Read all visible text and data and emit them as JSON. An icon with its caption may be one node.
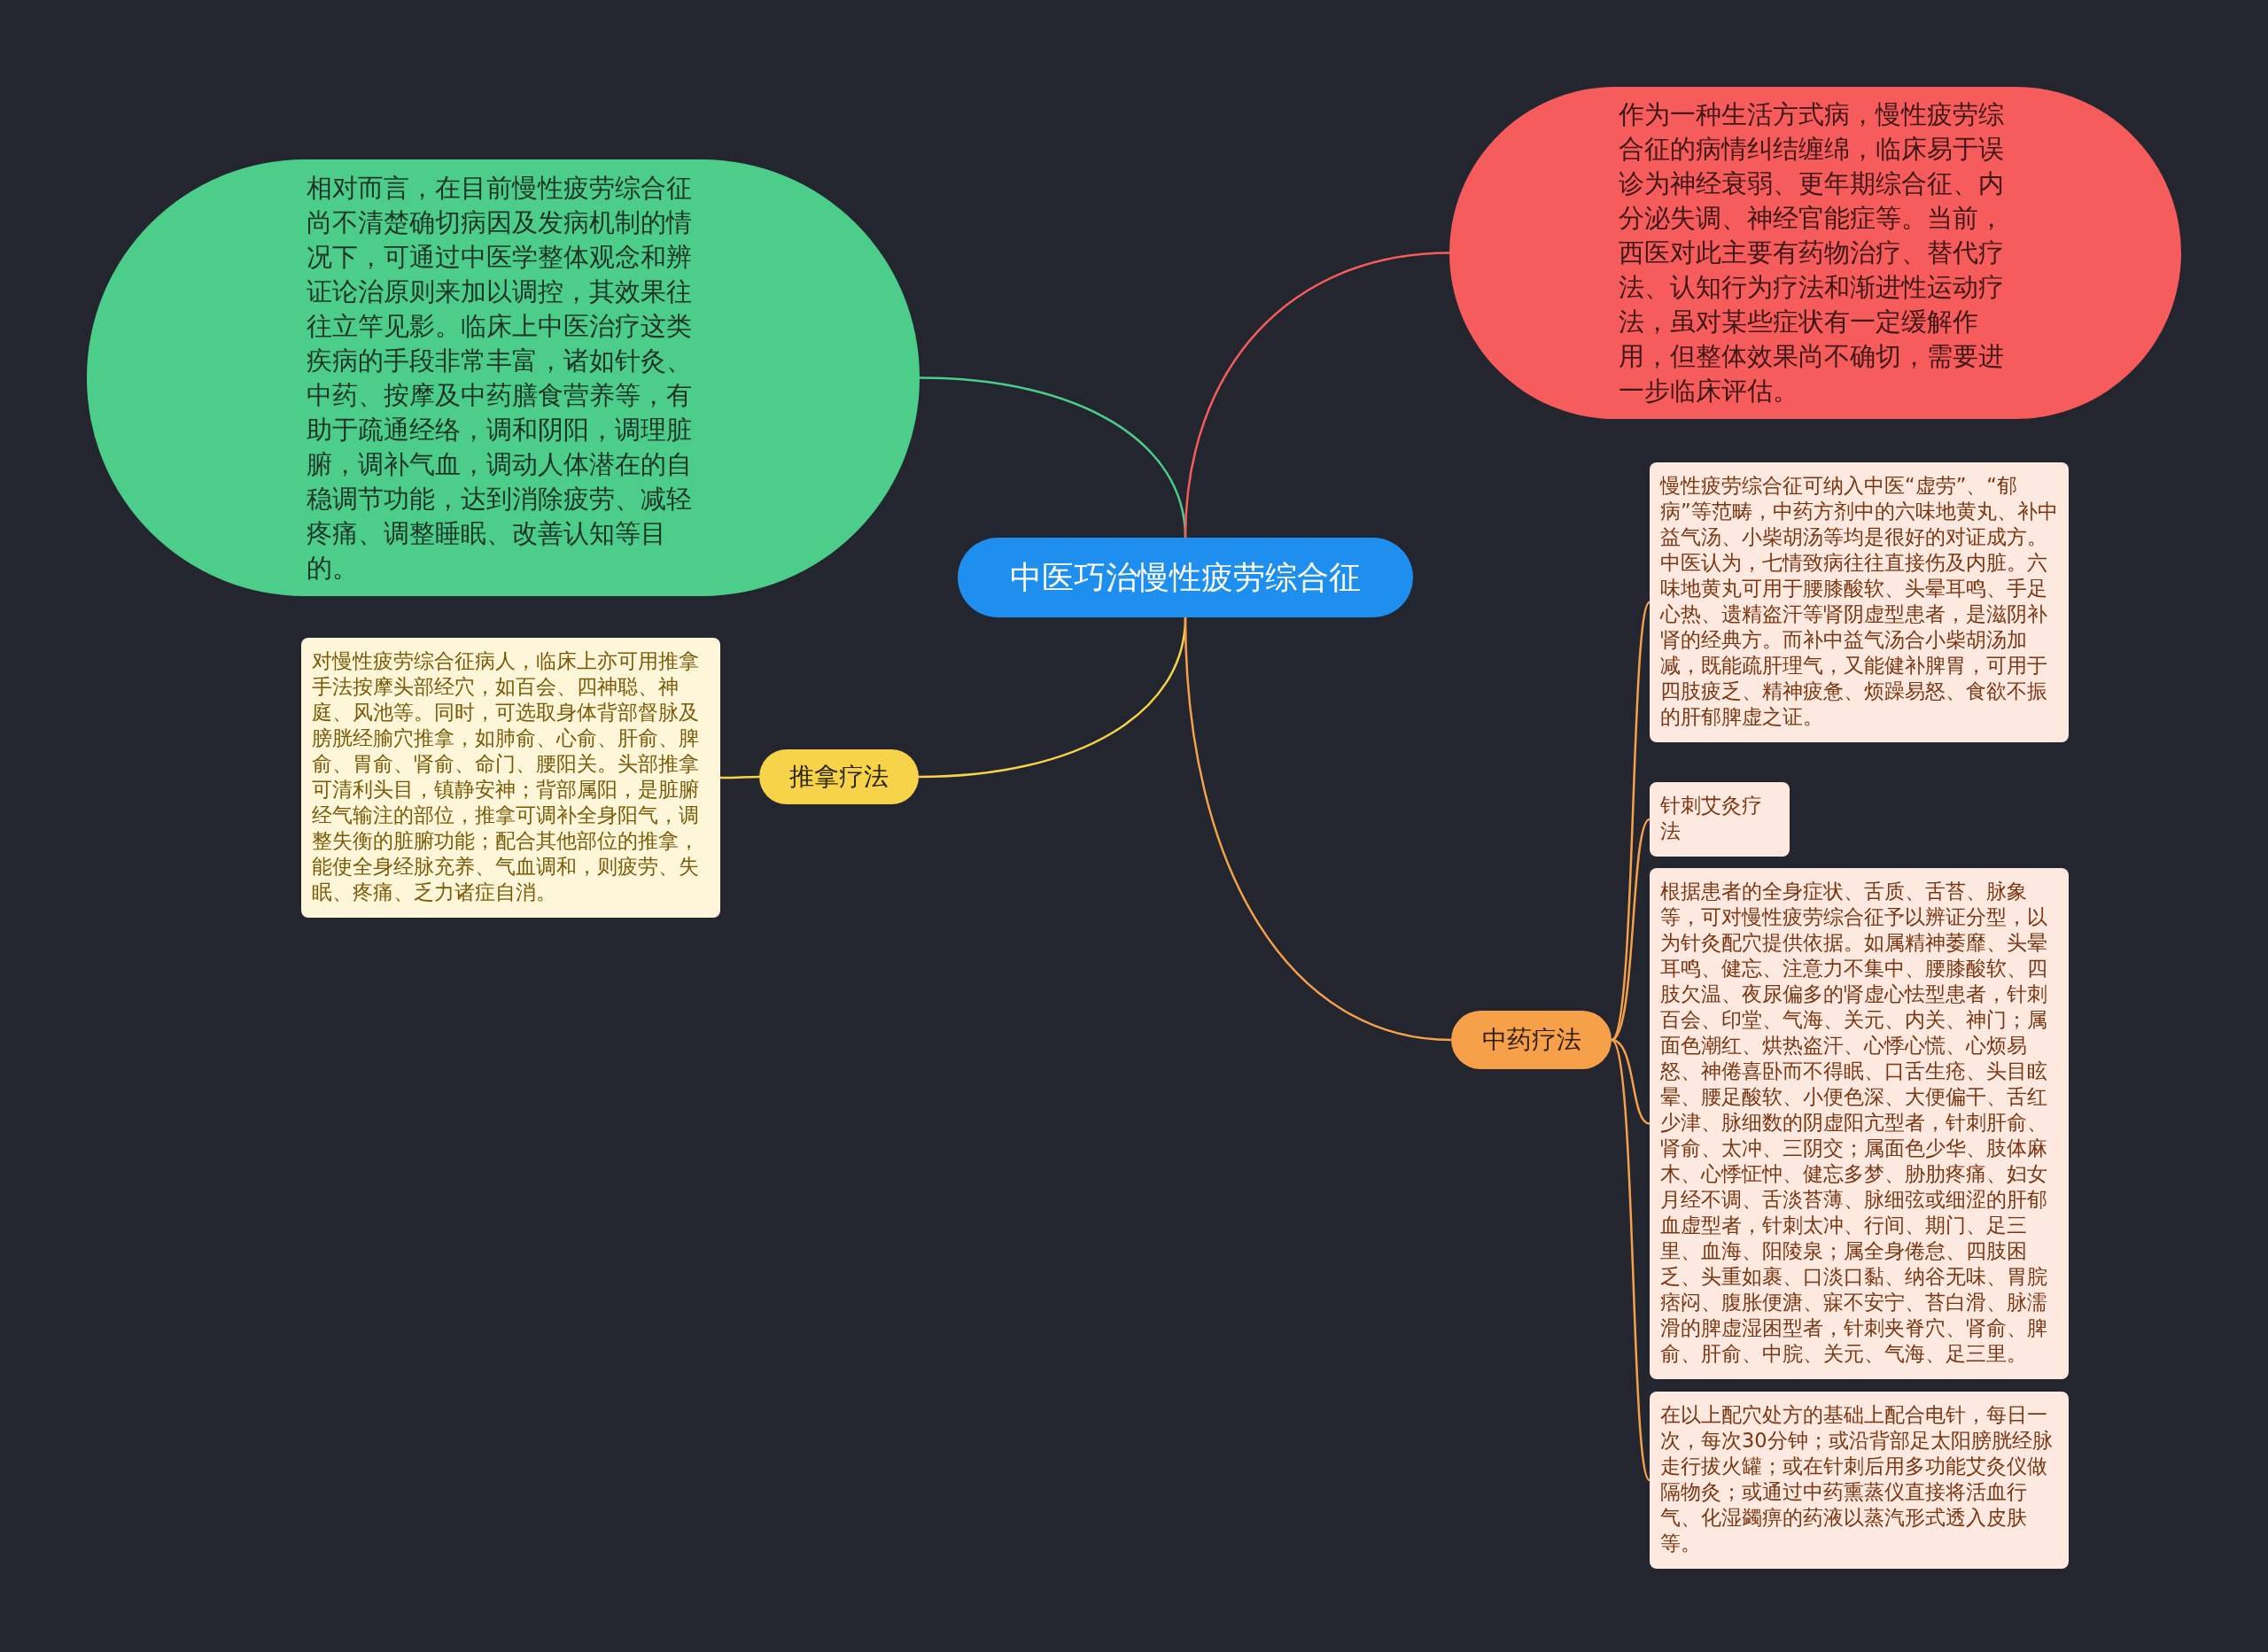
{
  "diagram": {
    "nodes": [
      {
        "text": [
          "中医巧治慢性疲劳综合征"
        ]
      },
      {
        "text": [
          "相对而言，在目前慢性疲劳综合征尚不清楚确切病因及发病机制的情况下，可通过中医学整体观念和辨证论治原则来加以调控，其效果往往立竿见影。临床上中医治疗这类疾病的手段非常丰富，诸如针灸、中药、按摩及中药膳食营养等，有助于疏通经络，调和阴阳，调理脏腑，调补气血，调动人体潜在的自稳调节功能，达到消除疲劳、减轻疼痛、调整睡眠、改善认知等目的。"
        ]
      },
      {
        "text": [
          "作为一种生活方式病，慢性疲劳综合征的病情纠结缠绵，临床易于误诊为神经衰弱、更年期综合征、内分泌失调、神经官能症等。当前，西医对此主要有药物治疗、替代疗法、认知行为疗法和渐进性运动疗法，虽对某些症状有一定缓解作用，但整体效果尚不确切，需要进一步临床评估。"
        ]
      },
      {
        "text": [
          "推拿疗法"
        ]
      },
      {
        "text": [
          "对慢性疲劳综合征病人，临床上亦可用推拿手法按摩头部经穴，如百会、四神聪、神庭、风池等。同时，可选取身体背部督脉及膀胱经腧穴推拿，如肺俞、心俞、肝俞、脾俞、胃俞、肾俞、命门、腰阳关。头部推拿可清利头目，镇静安神；背部属阳，是脏腑经气输注的部位，推拿可调补全身阳气，调整失衡的脏腑功能；配合其他部位的推拿，能使全身经脉充养、气血调和，则疲劳、失眠、疼痛、乏力诸症自消。"
        ]
      },
      {
        "text": [
          "中药疗法"
        ]
      },
      {
        "text": [
          "慢性疲劳综合征可纳入中医“虚劳”、“郁病”等范畴，中药方剂中的六味地黄丸、补中益气汤、小柴胡汤等均是很好的对证成方。中医认为，七情致病往往直接伤及内脏。六味地黄丸可用于腰膝酸软、头晕耳鸣、手足心热、遗精盗汗等肾阴虚型患者，是滋阴补肾的经典方。而补中益气汤合小柴胡汤加减，既能疏肝理气，又能健补脾胃，可用于四肢疲乏、精神疲惫、烦躁易怒、食欲不振的肝郁脾虚之证。"
        ]
      },
      {
        "text": [
          "针刺艾灸疗法"
        ]
      },
      {
        "text": [
          "根据患者的全身症状、舌质、舌苔、脉象等，可对慢性疲劳综合征予以辨证分型，以为针灸配穴提供依据。如属精神萎靡、头晕耳鸣、健忘、注意力不集中、腰膝酸软、四肢欠温、夜尿偏多的肾虚心怯型患者，针刺百会、印堂、气海、关元、内关、神门；属面色潮红、烘热盗汗、心悸心慌、心烦易怒、神倦喜卧而不得眠、口舌生疮、头目眩晕、腰足酸软、小便色深、大便偏干、舌红少津、脉细数的阴虚阳亢型者，针刺肝俞、肾俞、太冲、三阴交；属面色少华、肢体麻木、心悸怔忡、健忘多梦、胁肋疼痛、妇女月经不调、舌淡苔薄、脉细弦或细涩的肝郁血虚型者，针刺太冲、行间、期门、足三里、血海、阳陵泉；属全身倦怠、四肢困乏、头重如裹、口淡口黏、纳谷无味、胃脘痞闷、腹胀便溏、寐不安宁、苔白滑、脉濡滑的脾虚湿困型者，针刺夹脊穴、肾俞、脾俞、肝俞、中脘、关元、气海、足三里。"
        ]
      },
      {
        "text": [
          "在以上配穴处方的基础上配合电针，每日一次，每次30分钟；或沿背部足太阳膀胱经脉走行拔火罐；或在针刺后用多功能艾灸仪做隔物灸；或通过中药熏蒸仪直接将活血行气、化湿蠲痹的药液以蒸汽形式透入皮肤等。"
        ]
      }
    ],
    "edges": [
      {
        "from": 0,
        "to": 1,
        "arrow": "none",
        "color": "#4ccd8a"
      },
      {
        "from": 0,
        "to": 2,
        "arrow": "none",
        "color": "#f75c5c"
      },
      {
        "from": 0,
        "to": 3,
        "arrow": "none",
        "color": "#f7d34a"
      },
      {
        "from": 3,
        "to": 4,
        "arrow": "none",
        "color": "#f7d34a"
      },
      {
        "from": 0,
        "to": 5,
        "arrow": "none"
      },
      {
        "from": 5,
        "to": 6,
        "arrow": "none"
      },
      {
        "from": 5,
        "to": 7,
        "arrow": "none"
      },
      {
        "from": 5,
        "to": 8,
        "arrow": "none"
      },
      {
        "from": 5,
        "to": 9,
        "arrow": "none"
      }
    ]
  }
}
